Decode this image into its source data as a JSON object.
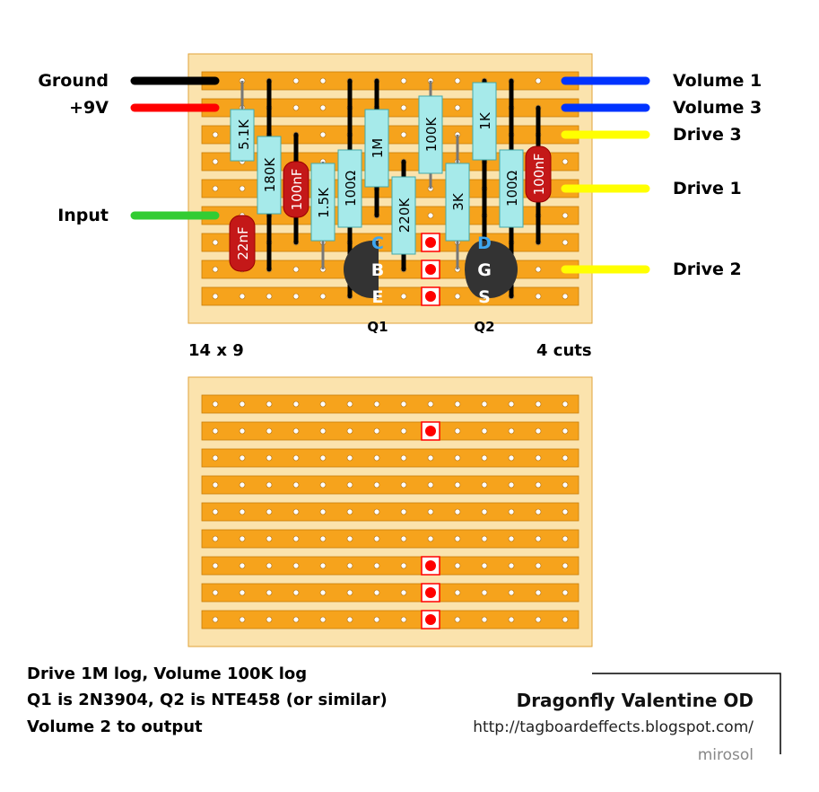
{
  "board": {
    "columns": 14,
    "rows": 9
  },
  "wires_left": [
    {
      "label": "Ground",
      "color": "#000000"
    },
    {
      "label": "+9V",
      "color": "#ff0000"
    },
    {
      "label": "Input",
      "color": "#33cc33"
    }
  ],
  "wires_right": [
    {
      "label": "Volume 1",
      "color": "#0033ff"
    },
    {
      "label": "Volume 3",
      "color": "#0033ff"
    },
    {
      "label": "Drive 3",
      "color": "#ffff00"
    },
    {
      "label": "Drive 1",
      "color": "#ffff00"
    },
    {
      "label": "Drive 2",
      "color": "#ffff00"
    }
  ],
  "resistors": [
    "5.1K",
    "180K",
    "1.5K",
    "100Ω",
    "1M",
    "220K",
    "100K",
    "3K",
    "1K",
    "100Ω"
  ],
  "capacitors": [
    "22nF",
    "100nF",
    "100nF"
  ],
  "transistors": [
    {
      "name": "Q1",
      "pins": [
        "C",
        "B",
        "E"
      ]
    },
    {
      "name": "Q2",
      "pins": [
        "D",
        "G",
        "S"
      ]
    }
  ],
  "board_size_label": "14 x 9",
  "cuts_label": "4 cuts",
  "notes": [
    "Drive 1M log, Volume 100K log",
    "Q1 is 2N3904, Q2 is NTE458 (or similar)",
    "Volume 2 to output"
  ],
  "title": "Dragonfly Valentine OD",
  "url": "http://tagboardeffects.blogspot.com/",
  "author": "mirosol",
  "colors": {
    "board": "#fbe3ad",
    "strip": "#f6a31c",
    "cut": "#ff0000",
    "resistor": "#a6eaea",
    "capacitor": "#c41818",
    "transistor": "#333333"
  }
}
